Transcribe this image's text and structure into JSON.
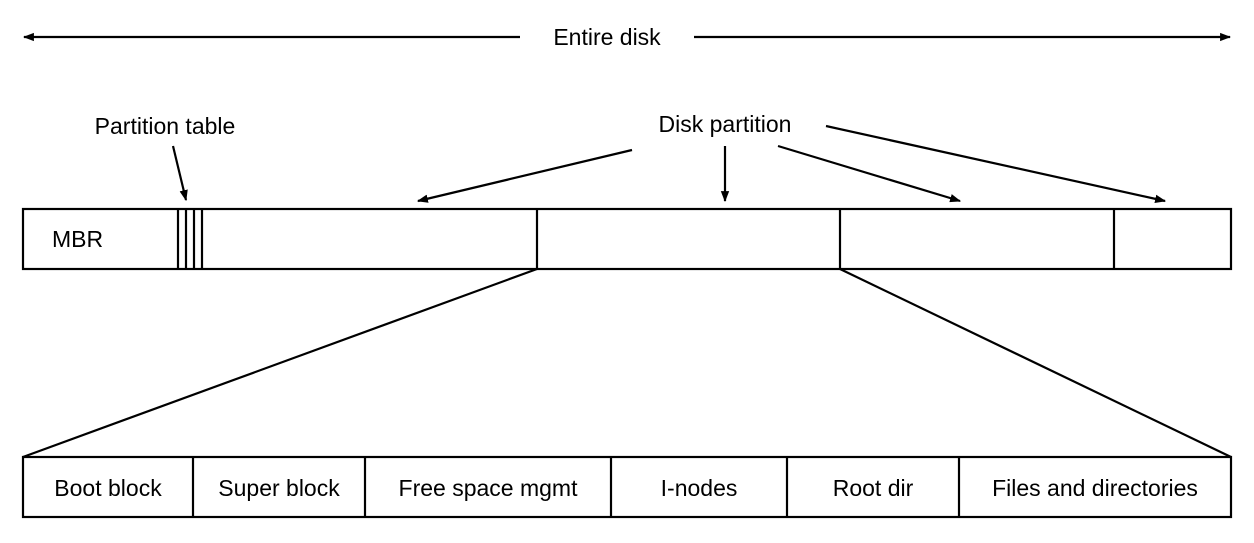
{
  "top_label": "Entire disk",
  "partition_table_label": "Partition table",
  "disk_partition_label": "Disk partition",
  "mbr_label": "MBR",
  "partition_layout": [
    "Boot block",
    "Super block",
    "Free space mgmt",
    "I-nodes",
    "Root dir",
    "Files and directories"
  ]
}
